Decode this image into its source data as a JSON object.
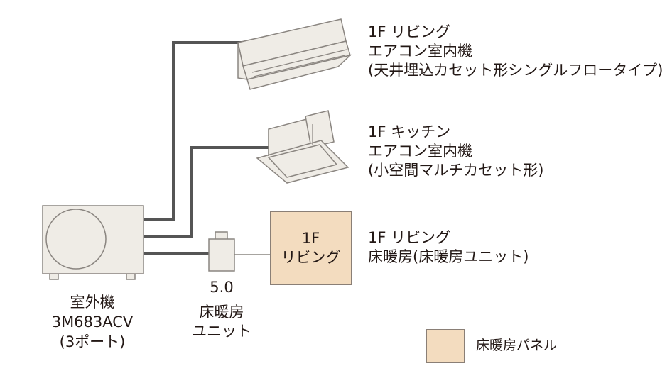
{
  "colors": {
    "pipe": "#555555",
    "unit_fill": "#efece6",
    "unit_stroke": "#8a8580",
    "floor_panel": "#f3dcbf",
    "thin_line": "#8a8580"
  },
  "indoor_units": [
    {
      "line1": "1F リビング",
      "line2": "エアコン室内機",
      "line3": "(天井埋込カセット形シングルフロータイプ)",
      "icon": "ceiling-cassette-single-flow-icon"
    },
    {
      "line1": "1F キッチン",
      "line2": "エアコン室内機",
      "line3": "(小空間マルチカセット形)",
      "icon": "ceiling-cassette-compact-icon"
    }
  ],
  "floor_heating": {
    "panel_line1": "1F",
    "panel_line2": "リビング",
    "desc_line1": "1F リビング",
    "desc_line2": "床暖房(床暖房ユニット)"
  },
  "heating_unit": {
    "value": "5.0",
    "label_line1": "床暖房",
    "label_line2": "ユニット",
    "icon": "floor-heating-unit-icon"
  },
  "outdoor_unit": {
    "line1": "室外機",
    "line2": "3M683ACV",
    "line3": "(3ポート)",
    "icon": "outdoor-unit-icon"
  },
  "legend": {
    "label": "床暖房パネル"
  }
}
